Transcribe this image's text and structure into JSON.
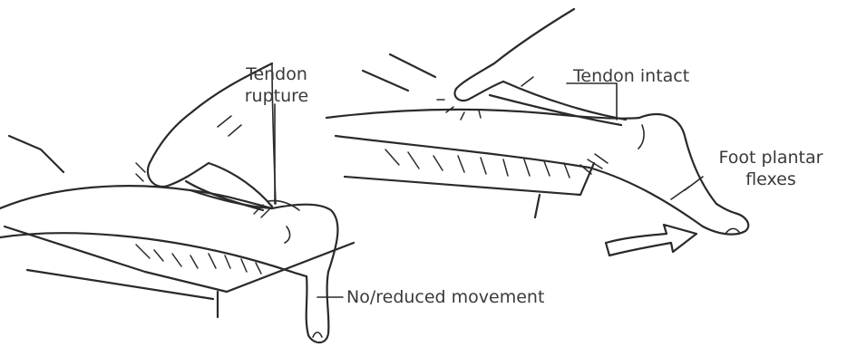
{
  "labels": {
    "tendon_rupture_line1": "Tendon",
    "tendon_rupture_line2": "rupture",
    "tendon_intact": "Tendon intact",
    "foot_plantar_line1": "Foot plantar",
    "foot_plantar_line2": "flexes",
    "no_reduced_movement": "No/reduced movement"
  },
  "icons": {
    "movement_arrow": "curved-arrow-icon"
  },
  "colors": {
    "ink": "#2a2a2a",
    "text": "#3a3a3a",
    "background": "#ffffff"
  }
}
